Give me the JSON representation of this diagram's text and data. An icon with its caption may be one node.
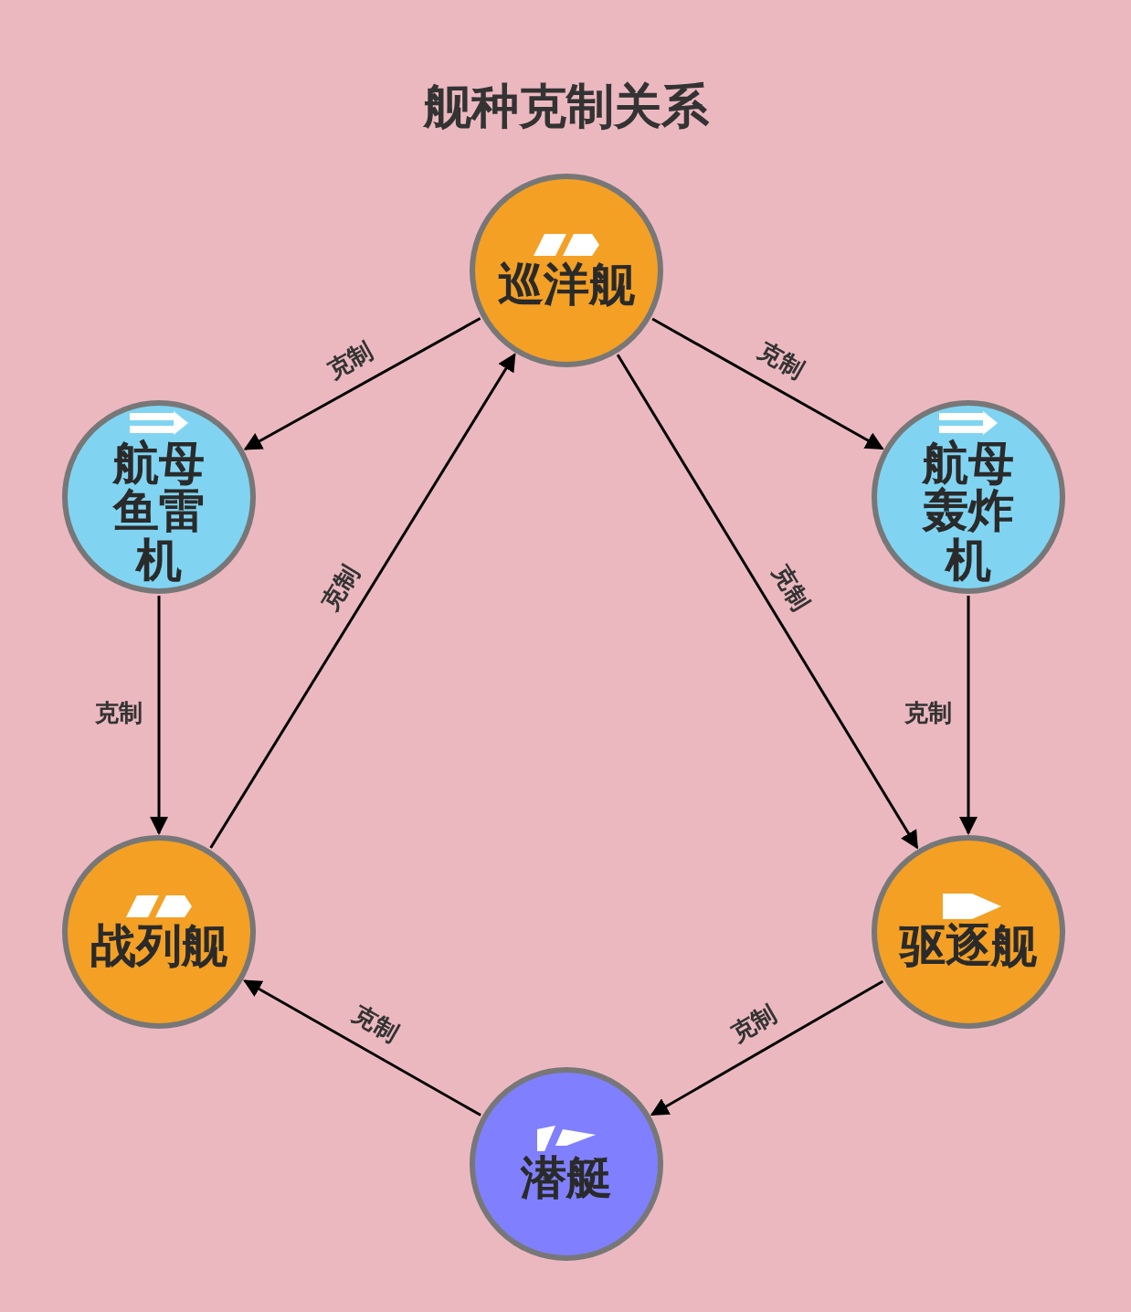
{
  "diagram": {
    "title": "舰种克制关系",
    "nodes": [
      {
        "text": [
          "巡洋舰"
        ]
      },
      {
        "text": [
          "航母鱼雷机"
        ]
      },
      {
        "text": [
          "航母轰炸机"
        ]
      },
      {
        "text": [
          "战列舰"
        ]
      },
      {
        "text": [
          "驱逐舰"
        ]
      },
      {
        "text": [
          "潜艇"
        ]
      }
    ],
    "edges": [
      {
        "from": 0,
        "to": 1,
        "arrow": "to",
        "label": "克制"
      },
      {
        "from": 0,
        "to": 2,
        "arrow": "to",
        "label": "克制"
      },
      {
        "from": 0,
        "to": 4,
        "arrow": "to",
        "label": "克制"
      },
      {
        "from": 1,
        "to": 3,
        "arrow": "to",
        "label": "克制"
      },
      {
        "from": 2,
        "to": 4,
        "arrow": "to",
        "label": "克制"
      },
      {
        "from": 3,
        "to": 0,
        "arrow": "to",
        "label": "克制"
      },
      {
        "from": 4,
        "to": 5,
        "arrow": "to",
        "label": "克制"
      },
      {
        "from": 5,
        "to": 3,
        "arrow": "to",
        "label": "克制"
      }
    ]
  }
}
